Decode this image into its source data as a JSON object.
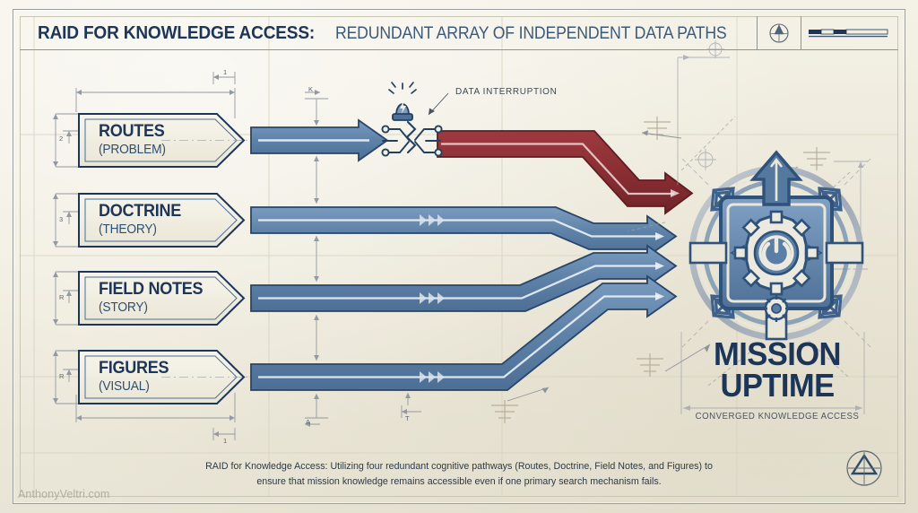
{
  "header": {
    "title_main": "RAID FOR KNOWLEDGE ACCESS:",
    "title_sub": " REDUNDANT ARRAY OF INDEPENDENT DATA PATHS",
    "compass_icon": "compass-rose-icon",
    "scale_icon": "scale-bar-icon"
  },
  "paths": [
    {
      "id": "routes",
      "title": "ROUTES",
      "subtitle": "(PROBLEM)",
      "status": "interrupted",
      "dim_marker": "2"
    },
    {
      "id": "doctrine",
      "title": "DOCTRINE",
      "subtitle": "(THEORY)",
      "status": "active",
      "dim_marker": "3"
    },
    {
      "id": "field-notes",
      "title": "FIELD NOTES",
      "subtitle": "(STORY)",
      "status": "active",
      "dim_marker": "R"
    },
    {
      "id": "figures",
      "title": "FIGURES",
      "subtitle": "(VISUAL)",
      "status": "active",
      "dim_marker": "R"
    }
  ],
  "annotations": {
    "data_interruption": "DATA INTERRUPTION",
    "marker_k": "K",
    "marker_a": "A",
    "marker_t": "T",
    "marker_top": "1",
    "marker_bottom": "1"
  },
  "hub": {
    "line1": "MISSION",
    "line2": "UPTIME",
    "subtitle": "CONVERGED KNOWLEDGE ACCESS",
    "emblem_icon": "mission-uptime-emblem-icon",
    "core_icon": "power-gear-icon"
  },
  "footer": {
    "caption_line1": "RAID for Knowledge Access: Utilizing four redundant cognitive pathways (Routes, Doctrine, Field Notes, and",
    "caption_line2": "Figures) to ensure that mission knowledge remains accessible even if one primary search mechanism fails.",
    "watermark": "AnthonyVeltri.com",
    "corner_icon": "compass-rose-icon"
  },
  "colors": {
    "paper": "#f1eee2",
    "ink": "#1d3557",
    "steel_blue": "#5f82a8",
    "steel_blue_dark": "#46648a",
    "fault_red": "#8e2f34",
    "fault_red_dark": "#6f2227",
    "dim_gray": "#8a9095"
  }
}
